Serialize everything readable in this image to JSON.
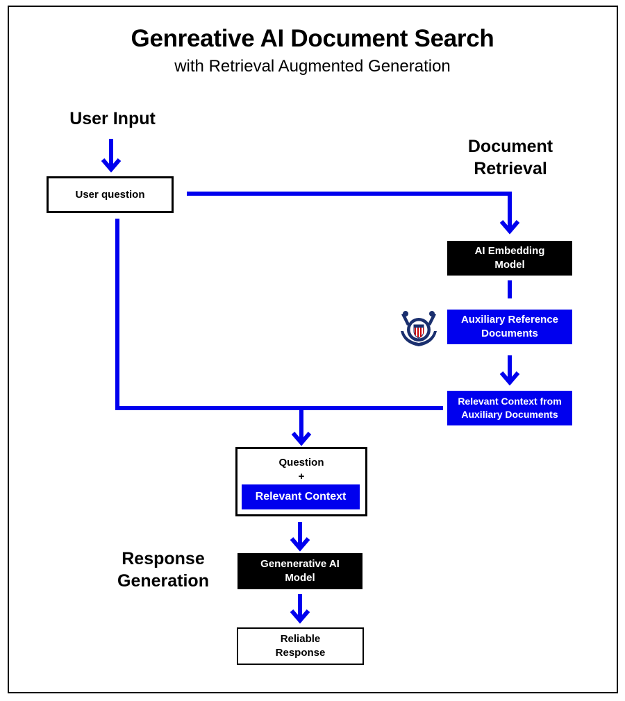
{
  "title": "Genreative AI Document Search",
  "subtitle": "with Retrieval Augmented Generation",
  "sections": {
    "user_input": "User Input",
    "document_retrieval": [
      "Document",
      "Retrieval"
    ],
    "response_generation": [
      "Response",
      "Generation"
    ]
  },
  "nodes": {
    "user_question": "User question",
    "embedding_model": [
      "AI Embedding",
      "Model"
    ],
    "aux_docs": [
      "Auxiliary Reference",
      "Documents"
    ],
    "relevant_context_from": [
      "Relevant Context from",
      "Auxiliary Documents"
    ],
    "question": "Question",
    "plus": "+",
    "relevant_context": "Relevant Context",
    "generative_model": [
      "Genenerative AI",
      "Model"
    ],
    "reliable_response": [
      "Reliable",
      "Response"
    ]
  },
  "colors": {
    "arrow": "#0000ee",
    "blue_box": "#0000ee",
    "black_box": "#000000"
  },
  "icons": {
    "emblem": "coast-guard-emblem-icon"
  }
}
